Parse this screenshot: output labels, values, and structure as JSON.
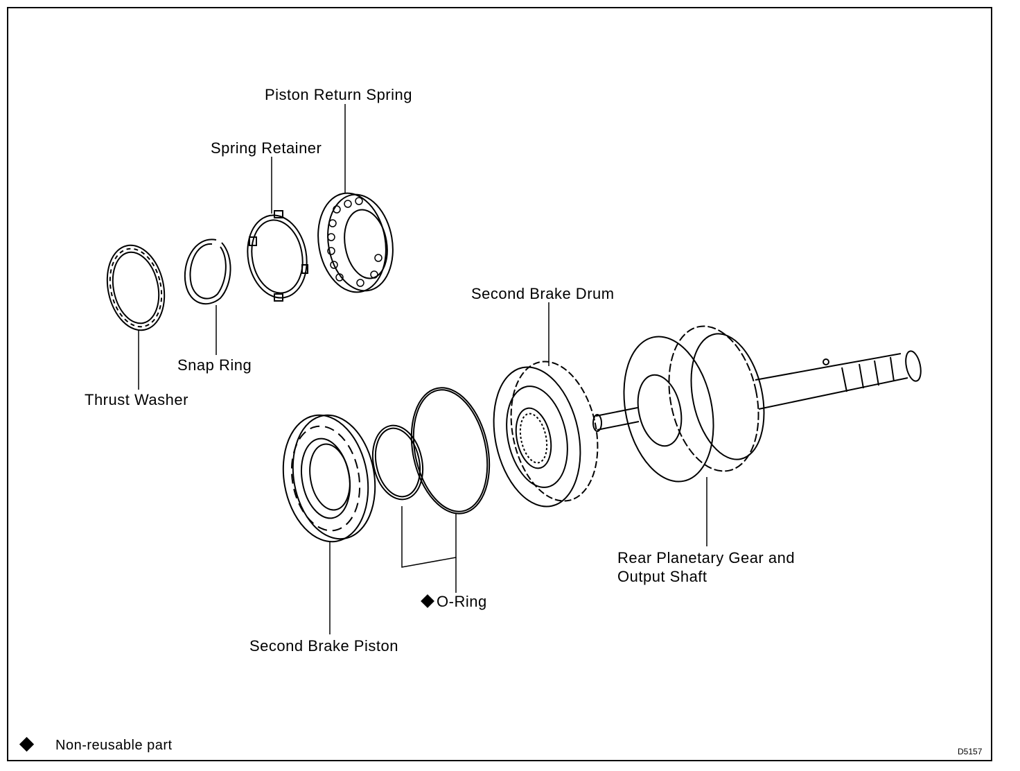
{
  "labels": {
    "piston_return_spring": "Piston Return Spring",
    "spring_retainer": "Spring Retainer",
    "thrust_washer": "Thrust Washer",
    "snap_ring": "Snap Ring",
    "second_brake_drum": "Second Brake Drum",
    "rear_planetary_line1": "Rear Planetary Gear and",
    "rear_planetary_line2": "Output Shaft",
    "o_ring": "O-Ring",
    "second_brake_piston": "Second Brake Piston"
  },
  "legend": {
    "text": "Non-reusable part",
    "icon": "diamond-icon"
  },
  "figure_code": "D5157"
}
